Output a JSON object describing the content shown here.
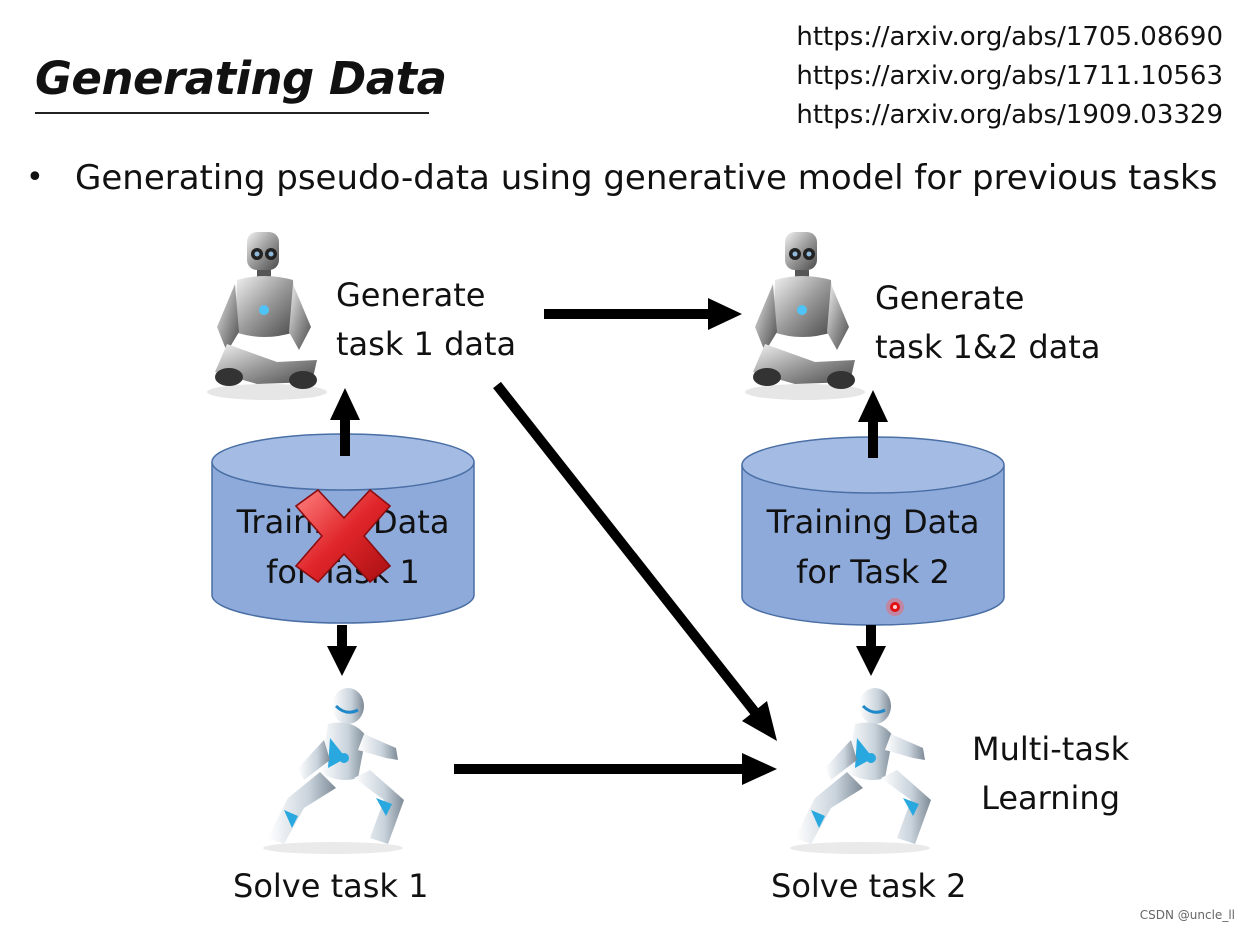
{
  "slide": {
    "title": "Generating Data",
    "references": [
      "https://arxiv.org/abs/1705.08690",
      "https://arxiv.org/abs/1711.10563",
      "https://arxiv.org/abs/1909.03329"
    ],
    "bullet": "Generating pseudo-data using generative model for previous tasks"
  },
  "diagram": {
    "generator1": {
      "line1": "Generate",
      "line2": "task 1 data"
    },
    "generator2": {
      "line1": "Generate",
      "line2": "task 1&2 data"
    },
    "db1": {
      "line1": "Training Data",
      "line2": "for Task 1",
      "crossed_out": true
    },
    "db2": {
      "line1": "Training Data",
      "line2": "for Task 2"
    },
    "solver1": {
      "label": "Solve task 1"
    },
    "solver2": {
      "label": "Solve task 2"
    },
    "multitask": {
      "line1": "Multi-task",
      "line2": "Learning"
    }
  },
  "colors": {
    "cylinder_fill": "#8eaadb",
    "cylinder_stroke": "#4a6fa5",
    "cross": "#e0262a",
    "arrow": "#000000"
  },
  "icons": {
    "generator": "sitting-robot-icon",
    "solver": "crouching-robot-icon",
    "cross": "red-x-icon",
    "pointer": "laser-pointer-icon"
  },
  "watermark": "CSDN @uncle_ll"
}
